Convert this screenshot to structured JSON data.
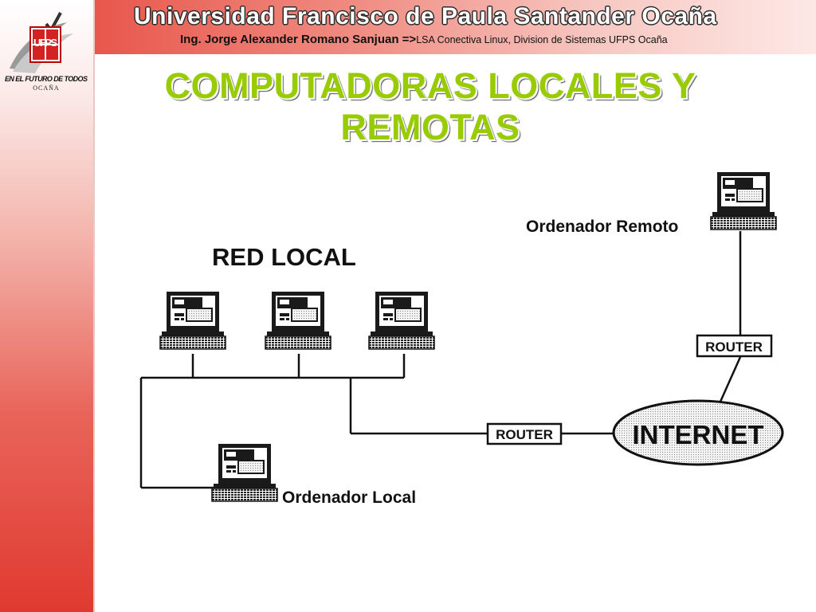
{
  "header": {
    "title": "Universidad Francisco de Paula Santander Ocaña",
    "author": "Ing. Jorge Alexander Romano Sanjuan",
    "arrow": "=>",
    "course": "LSA Conectiva Linux, Division de Sistemas UFPS Ocaña"
  },
  "logo": {
    "letters": "UFPS",
    "motto": "EN EL FUTURO DE TODOS",
    "city": "OCAÑA"
  },
  "slide": {
    "title_line1": "COMPUTADORAS LOCALES Y",
    "title_line2": "REMOTAS"
  },
  "diagram": {
    "red_local": "RED LOCAL",
    "ordenador_remoto": "Ordenador Remoto",
    "ordenador_local": "Ordenador Local",
    "router_left": "ROUTER",
    "router_right": "ROUTER",
    "internet": "INTERNET"
  },
  "colors": {
    "title_green": "#99cc00",
    "header_red": "#e8574c",
    "sidebar_red": "#e03a30"
  }
}
